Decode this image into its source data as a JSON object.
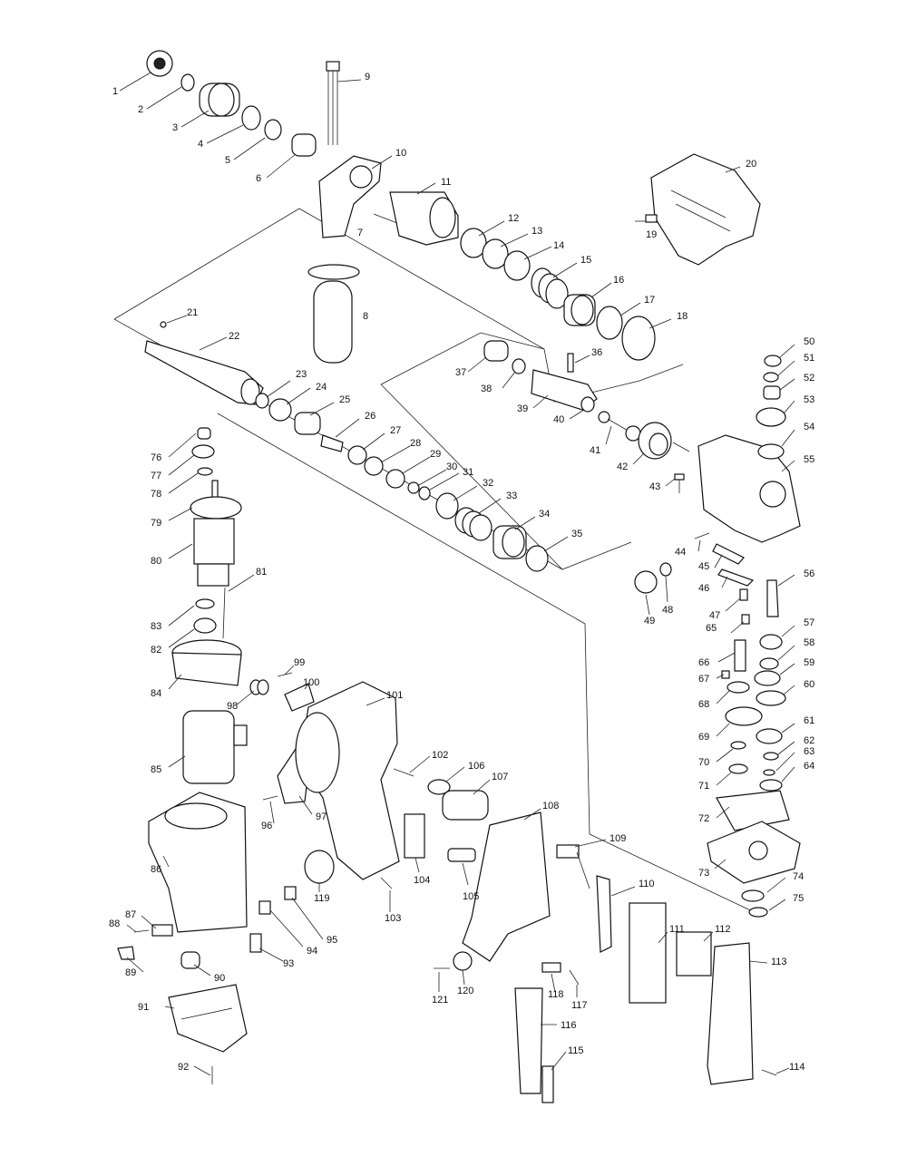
{
  "diagram": {
    "type": "exploded-parts-view",
    "parts": [
      {
        "num": "1"
      },
      {
        "num": "2"
      },
      {
        "num": "3"
      },
      {
        "num": "4"
      },
      {
        "num": "5"
      },
      {
        "num": "6"
      },
      {
        "num": "7"
      },
      {
        "num": "8"
      },
      {
        "num": "9"
      },
      {
        "num": "10"
      },
      {
        "num": "11"
      },
      {
        "num": "12"
      },
      {
        "num": "13"
      },
      {
        "num": "14"
      },
      {
        "num": "15"
      },
      {
        "num": "16"
      },
      {
        "num": "17"
      },
      {
        "num": "18"
      },
      {
        "num": "19"
      },
      {
        "num": "20"
      },
      {
        "num": "21"
      },
      {
        "num": "22"
      },
      {
        "num": "23"
      },
      {
        "num": "24"
      },
      {
        "num": "25"
      },
      {
        "num": "26"
      },
      {
        "num": "27"
      },
      {
        "num": "28"
      },
      {
        "num": "29"
      },
      {
        "num": "30"
      },
      {
        "num": "31"
      },
      {
        "num": "32"
      },
      {
        "num": "33"
      },
      {
        "num": "34"
      },
      {
        "num": "35"
      },
      {
        "num": "36"
      },
      {
        "num": "37"
      },
      {
        "num": "38"
      },
      {
        "num": "39"
      },
      {
        "num": "40"
      },
      {
        "num": "41"
      },
      {
        "num": "42"
      },
      {
        "num": "43"
      },
      {
        "num": "44"
      },
      {
        "num": "45"
      },
      {
        "num": "46"
      },
      {
        "num": "47"
      },
      {
        "num": "48"
      },
      {
        "num": "49"
      },
      {
        "num": "50"
      },
      {
        "num": "51"
      },
      {
        "num": "52"
      },
      {
        "num": "53"
      },
      {
        "num": "54"
      },
      {
        "num": "55"
      },
      {
        "num": "56"
      },
      {
        "num": "57"
      },
      {
        "num": "58"
      },
      {
        "num": "59"
      },
      {
        "num": "60"
      },
      {
        "num": "61"
      },
      {
        "num": "62"
      },
      {
        "num": "63"
      },
      {
        "num": "64"
      },
      {
        "num": "65"
      },
      {
        "num": "66"
      },
      {
        "num": "67"
      },
      {
        "num": "68"
      },
      {
        "num": "69"
      },
      {
        "num": "70"
      },
      {
        "num": "71"
      },
      {
        "num": "72"
      },
      {
        "num": "73"
      },
      {
        "num": "74"
      },
      {
        "num": "75"
      },
      {
        "num": "76"
      },
      {
        "num": "77"
      },
      {
        "num": "78"
      },
      {
        "num": "79"
      },
      {
        "num": "80"
      },
      {
        "num": "81"
      },
      {
        "num": "82"
      },
      {
        "num": "83"
      },
      {
        "num": "84"
      },
      {
        "num": "85"
      },
      {
        "num": "86"
      },
      {
        "num": "87"
      },
      {
        "num": "88"
      },
      {
        "num": "89"
      },
      {
        "num": "90"
      },
      {
        "num": "91"
      },
      {
        "num": "92"
      },
      {
        "num": "93"
      },
      {
        "num": "94"
      },
      {
        "num": "95"
      },
      {
        "num": "96"
      },
      {
        "num": "97"
      },
      {
        "num": "98"
      },
      {
        "num": "99"
      },
      {
        "num": "100"
      },
      {
        "num": "101"
      },
      {
        "num": "102"
      },
      {
        "num": "103"
      },
      {
        "num": "104"
      },
      {
        "num": "105"
      },
      {
        "num": "106"
      },
      {
        "num": "107"
      },
      {
        "num": "108"
      },
      {
        "num": "109"
      },
      {
        "num": "110"
      },
      {
        "num": "111"
      },
      {
        "num": "112"
      },
      {
        "num": "113"
      },
      {
        "num": "114"
      },
      {
        "num": "115"
      },
      {
        "num": "116"
      },
      {
        "num": "117"
      },
      {
        "num": "118"
      },
      {
        "num": "119"
      },
      {
        "num": "120"
      },
      {
        "num": "121"
      }
    ],
    "colors": {
      "line": "#111111",
      "background": "#ffffff"
    }
  }
}
